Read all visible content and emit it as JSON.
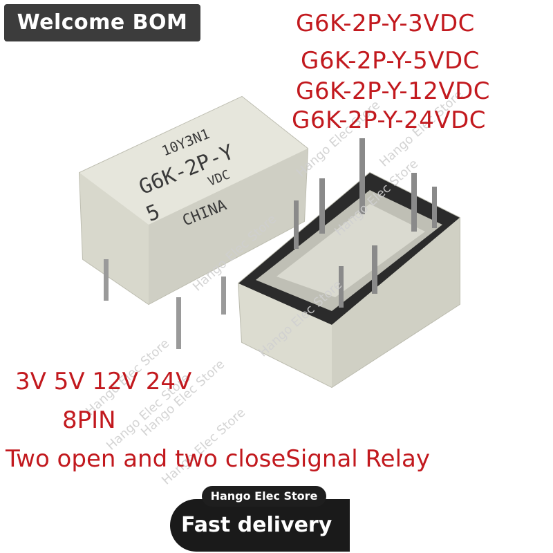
{
  "badge": {
    "label": "Welcome BOM"
  },
  "models": [
    "G6K-2P-Y-3VDC",
    "G6K-2P-Y-5VDC",
    "G6K-2P-Y-12VDC",
    "G6K-2P-Y-24VDC"
  ],
  "relay_print": {
    "line1": "10Y3N1",
    "line2": "G6K-2P-Y",
    "line3": "5",
    "line4": "VDC",
    "line5": "CHINA"
  },
  "specs": {
    "voltages": "3V 5V 12V 24V",
    "pins": "8PIN",
    "description": "Two open and two closeSignal Relay"
  },
  "footer": {
    "store": "Hango Elec Store",
    "cta": "Fast delivery"
  },
  "watermark": "Hango Elec Store",
  "colors": {
    "accent_red": "#c2191e",
    "badge_bg": "#3c3c3c",
    "pink": "#f0b8aa"
  }
}
